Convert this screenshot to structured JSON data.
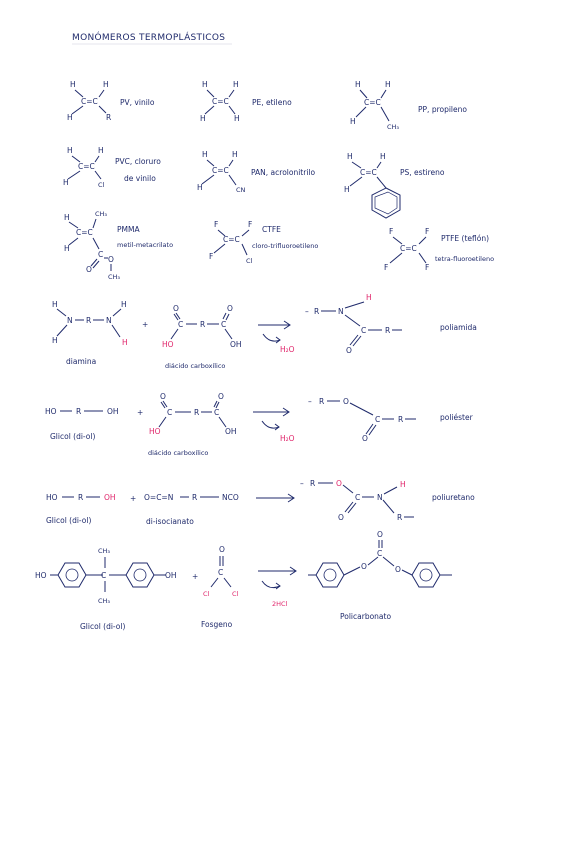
{
  "title": "MONÓMEROS TERMOPLÁSTICOS",
  "monomers": [
    {
      "code": "PV, vinilo"
    },
    {
      "code": "PE, etileno"
    },
    {
      "code": "PP, propileno"
    },
    {
      "code": "PVC, cloruro",
      "code2": "de vinilo"
    },
    {
      "code": "PAN, acrolonitrilo"
    },
    {
      "code": "PS, estireno"
    },
    {
      "code": "PMMA",
      "code2": "metil-metacrilato"
    },
    {
      "code": "CTFE",
      "code2": "cloro-trifluoroetileno"
    },
    {
      "code": "PTFE (teflón)",
      "code2": "tetra-fluoroetileno"
    }
  ],
  "atoms": {
    "H": "H",
    "C": "C",
    "R": "R",
    "N": "N",
    "O": "O",
    "Cl": "Cl",
    "F": "F",
    "CH3": "CH₃",
    "CN": "CN",
    "HO": "HO",
    "OH": "OH",
    "H2O": "H₂O",
    "NCO": "NCO",
    "ceq": "C=C",
    "oc_n": "O=C=N",
    "twohcl": "2HCl"
  },
  "reactions": [
    {
      "reactant1": "diamina",
      "reactant2": "diácido carboxílico",
      "product": "poliamida"
    },
    {
      "reactant1": "Glicol (di-ol)",
      "reactant2": "diácido carboxílico",
      "product": "poliéster"
    },
    {
      "reactant1": "Glicol (di-ol)",
      "reactant2": "di-isocianato",
      "product": "poliuretano"
    },
    {
      "reactant1": "Glicol (di-ol)",
      "reactant2": "Fosgeno",
      "product": "Policarbonato"
    }
  ],
  "colors": {
    "ink": "#1f2a6b",
    "highlight": "#e0246a"
  }
}
